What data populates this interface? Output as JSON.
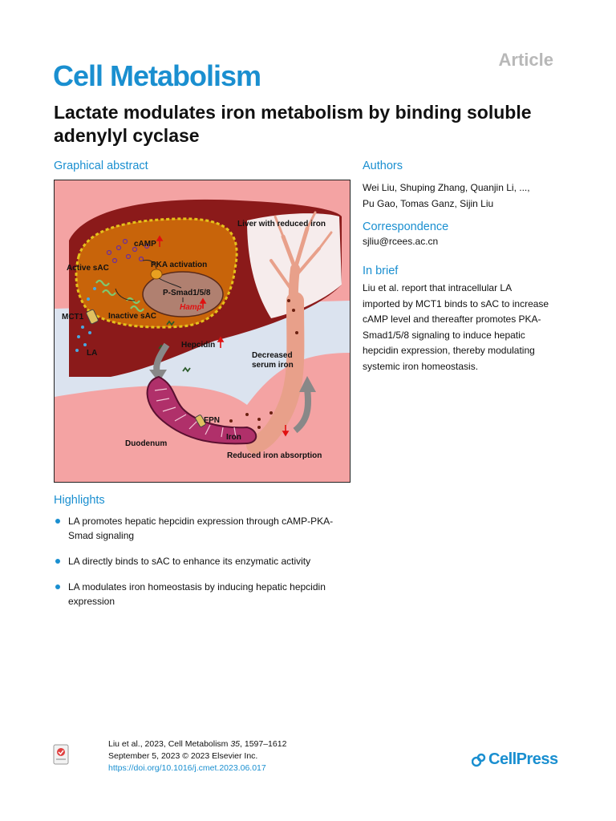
{
  "header": {
    "article_label": "Article",
    "journal": "Cell Metabolism",
    "title": "Lactate modulates iron metabolism by binding soluble adenylyl cyclase"
  },
  "graphical_abstract": {
    "heading": "Graphical abstract",
    "labels": {
      "liver": "Liver with reduced iron",
      "camp": "cAMP",
      "pka": "PKA activation",
      "active_sac": "Active sAC",
      "psmad": "P-Smad1/5/8",
      "hamp": "Hamp",
      "inactive_sac": "Inactive sAC",
      "mct1": "MCT1",
      "la": "LA",
      "hepcidin": "Hepcidin",
      "decreased_serum_iron_1": "Decreased",
      "decreased_serum_iron_2": "serum iron",
      "fpn": "FPN",
      "iron": "Iron",
      "duodenum": "Duodenum",
      "reduced_absorption": "Reduced iron absorption"
    }
  },
  "authors": {
    "heading": "Authors",
    "line1": "Wei Liu, Shuping Zhang, Quanjin Li, ...,",
    "line2": "Pu Gao, Tomas Ganz, Sijin Liu"
  },
  "correspondence": {
    "heading": "Correspondence",
    "email": "sjliu@rcees.ac.cn"
  },
  "in_brief": {
    "heading": "In brief",
    "text": "Liu et al. report that intracellular LA imported by MCT1 binds to sAC to increase cAMP level and thereafter promotes PKA-Smad1/5/8 signaling to induce hepatic hepcidin expression, thereby modulating systemic iron homeostasis."
  },
  "highlights": {
    "heading": "Highlights",
    "items": [
      "LA promotes hepatic hepcidin expression through cAMP-PKA-Smad signaling",
      "LA directly binds to sAC to enhance its enzymatic activity",
      "LA modulates iron homeostasis by inducing hepatic hepcidin expression"
    ]
  },
  "citation": {
    "line1_prefix": "Liu et al., 2023, Cell Metabolism ",
    "volume": "35",
    "line1_suffix": ", 1597–1612",
    "line2": "September 5, 2023 © 2023 Elsevier Inc.",
    "doi": "https://doi.org/10.1016/j.cmet.2023.06.017"
  },
  "footer": {
    "publisher": "CellPress"
  },
  "colors": {
    "accent": "#1a8fd0",
    "liver_dark": "#8b1a1a",
    "cell_orange": "#c8640a",
    "background_pink": "#f4a3a3"
  }
}
